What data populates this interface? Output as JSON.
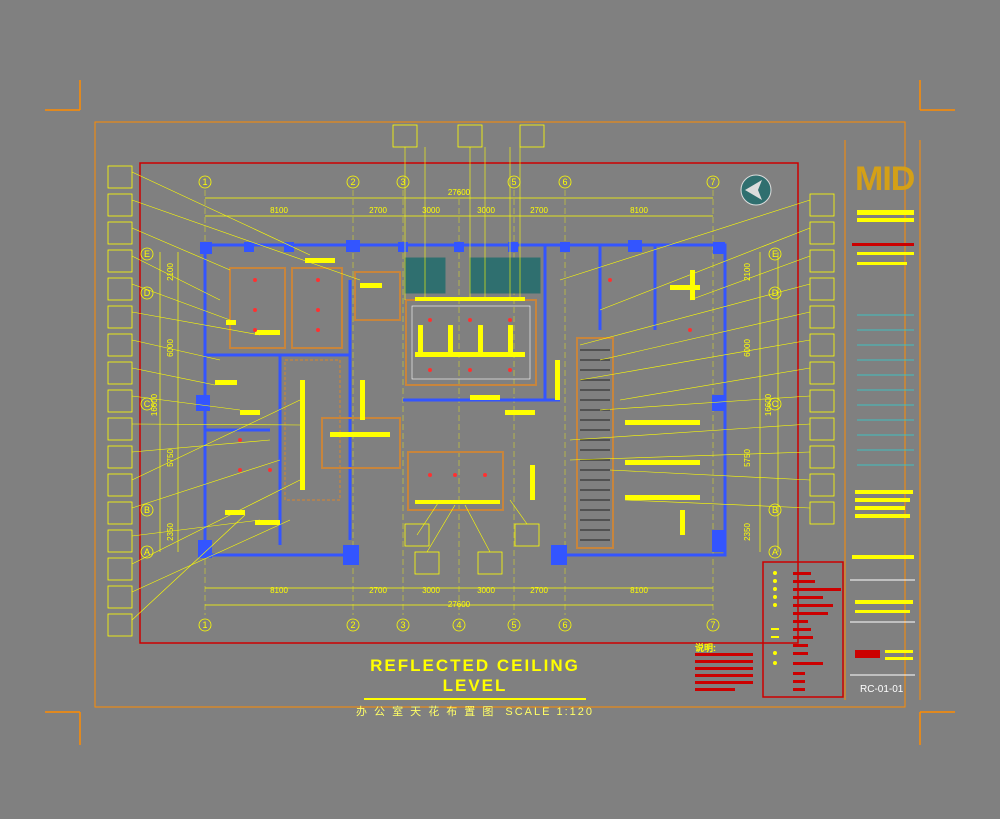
{
  "drawing": {
    "title": "REFLECTED CEILING LEVEL",
    "subtitle": "办 公 室 天 花 布 置 图",
    "scale": "SCALE  1:120",
    "sheet_number": "RC-01-01",
    "logo": "MID",
    "notes_label": "说明:"
  },
  "dimensions": {
    "top": [
      "8100",
      "2700",
      "3000",
      "3000",
      "2700",
      "8100"
    ],
    "bottom": [
      "8100",
      "2700",
      "3000",
      "3000",
      "2700",
      "8100"
    ],
    "overall": "27600",
    "side": [
      "2100",
      "6000",
      "5750",
      "2350"
    ],
    "side_total": "16600"
  },
  "grid": {
    "columns": [
      "1",
      "2",
      "3",
      "4",
      "5",
      "6",
      "7"
    ],
    "rows": [
      "E",
      "D",
      "C",
      "B",
      "A"
    ]
  },
  "colors": {
    "background": "#808080",
    "border": "#ff8c00",
    "frame": "#cc0000",
    "wall": "#3355ff",
    "annotation": "#ffff00",
    "text": "#ffff00"
  }
}
